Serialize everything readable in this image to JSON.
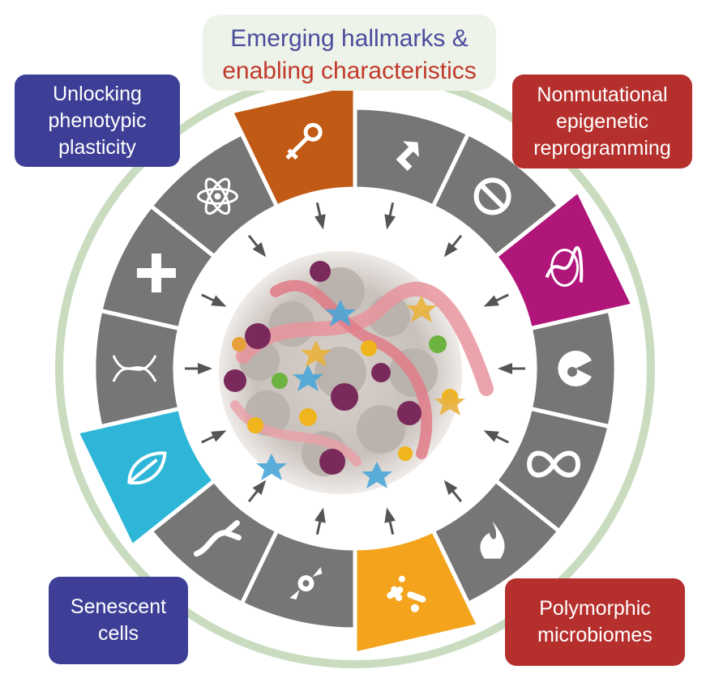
{
  "title": {
    "line1": "Emerging hallmarks &",
    "line2": "enabling characteristics"
  },
  "labels": {
    "plasticity": [
      "Unlocking",
      "phenotypic",
      "plasticity"
    ],
    "epigenetic": [
      "Nonmutational",
      "epigenetic",
      "reprogramming"
    ],
    "senescent": [
      "Senescent",
      "cells"
    ],
    "microbiomes": [
      "Polymorphic",
      "microbiomes"
    ]
  },
  "colors": {
    "ring_gray": "#767676",
    "ring_border": "#ffffff",
    "outer_arc": "#c9dcc0",
    "plasticity_segment": "#c15a14",
    "epigenetic_segment": "#b0157a",
    "senescent_segment": "#2eb6d8",
    "microbiome_segment": "#f3a41c",
    "label_blue": "#3d3f96",
    "label_red": "#b52f2c"
  },
  "segments": [
    {
      "icon": "growth-arrow-icon",
      "highlight": false
    },
    {
      "icon": "no-entry-icon",
      "highlight": false
    },
    {
      "icon": "dna-coil-icon",
      "highlight": true,
      "name": "epigenetic"
    },
    {
      "icon": "pacman-cell-icon",
      "highlight": false
    },
    {
      "icon": "infinity-icon",
      "highlight": false
    },
    {
      "icon": "flame-icon",
      "highlight": false
    },
    {
      "icon": "bacteria-icon",
      "highlight": true,
      "name": "microbiomes"
    },
    {
      "icon": "cell-spread-icon",
      "highlight": false
    },
    {
      "icon": "blood-vessel-icon",
      "highlight": false
    },
    {
      "icon": "leaf-icon",
      "highlight": true,
      "name": "senescent"
    },
    {
      "icon": "dna-helix-icon",
      "highlight": false
    },
    {
      "icon": "plus-icon",
      "highlight": false
    },
    {
      "icon": "atom-icon",
      "highlight": false
    },
    {
      "icon": "key-icon",
      "highlight": true,
      "name": "plasticity"
    }
  ]
}
